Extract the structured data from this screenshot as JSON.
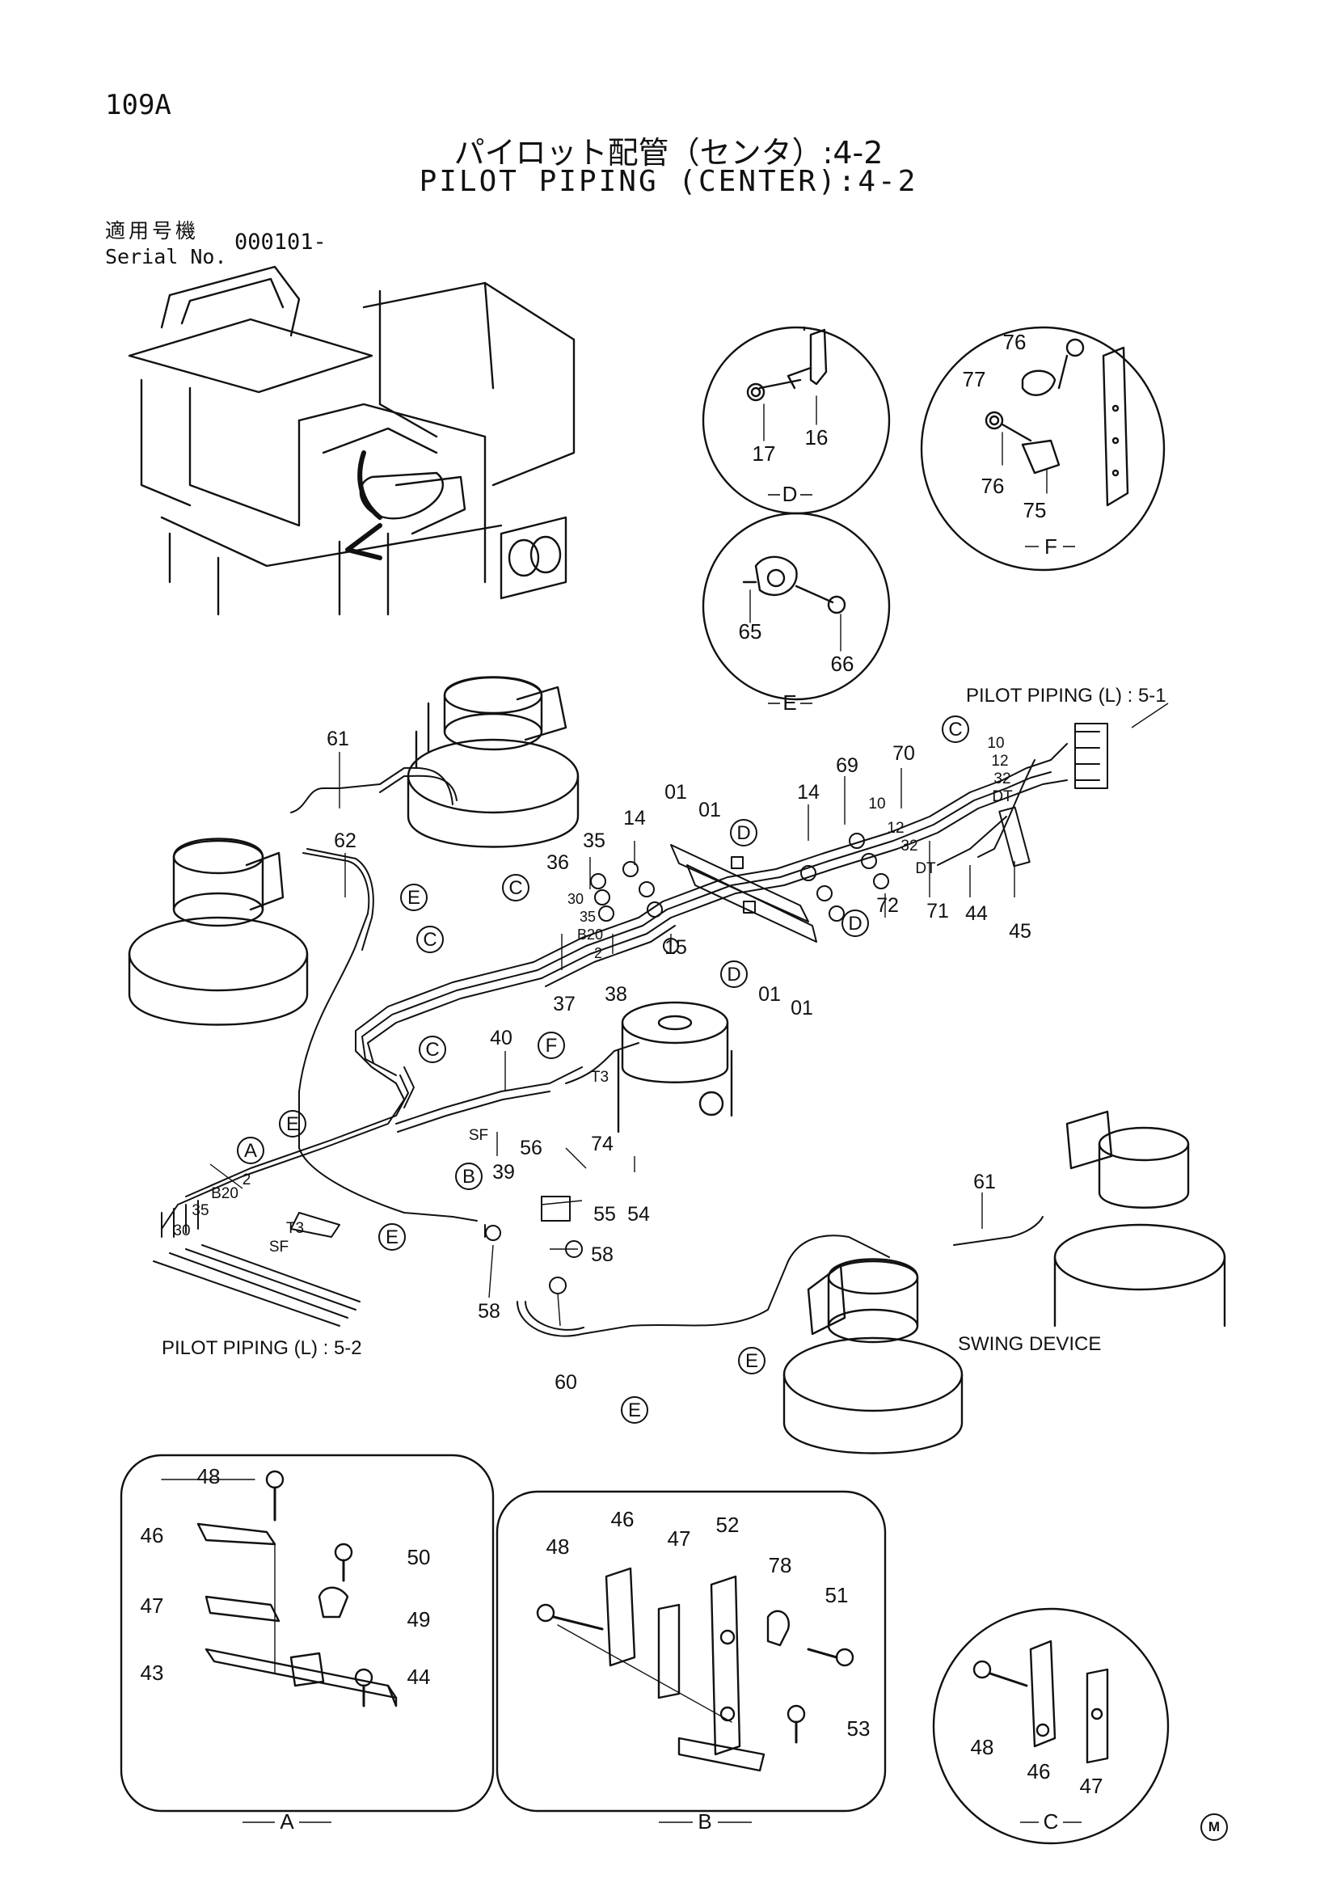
{
  "header": {
    "page_number": "109A",
    "title_jp": "パイロット配管（センタ）:4-2",
    "title_en": "PILOT PIPING (CENTER):4-2",
    "serial_label_jp": "適用号機",
    "serial_label_en": "Serial No.",
    "serial_value": "000101-"
  },
  "references": {
    "top_right": "PILOT PIPING (L) : 5-1",
    "bottom_left": "PILOT PIPING (L) : 5-2",
    "swing_device": "SWING DEVICE"
  },
  "detail_views": {
    "D": {
      "letter": "D",
      "parts": [
        "16",
        "17"
      ]
    },
    "E": {
      "letter": "E",
      "parts": [
        "65",
        "66"
      ]
    },
    "F": {
      "letter": "F",
      "parts": [
        "76",
        "77",
        "76",
        "75"
      ]
    },
    "A": {
      "letter": "A",
      "parts": [
        "48",
        "46",
        "50",
        "47",
        "49",
        "43",
        "44"
      ]
    },
    "B": {
      "letter": "B",
      "parts": [
        "48",
        "46",
        "47",
        "52",
        "78",
        "51",
        "53"
      ]
    },
    "C": {
      "letter": "C",
      "parts": [
        "48",
        "46",
        "47"
      ]
    }
  },
  "callouts": {
    "main": [
      "61",
      "62",
      "35",
      "14",
      "01",
      "01",
      "14",
      "69",
      "70",
      "36",
      "30",
      "35",
      "B20",
      "2",
      "37",
      "38",
      "15",
      "01",
      "01",
      "72",
      "71",
      "44",
      "45",
      "40",
      "T3",
      "74",
      "SF",
      "39",
      "56",
      "54",
      "55",
      "58",
      "58",
      "60",
      "61",
      "10",
      "12",
      "32",
      "DT",
      "10",
      "12",
      "32",
      "DT",
      "B20",
      "2",
      "35",
      "30",
      "T3",
      "SF"
    ],
    "circled": [
      "E",
      "C",
      "C",
      "C",
      "D",
      "D",
      "D",
      "C",
      "F",
      "E",
      "A",
      "B",
      "E",
      "E",
      "E"
    ]
  },
  "marks": {
    "corner": "M"
  }
}
